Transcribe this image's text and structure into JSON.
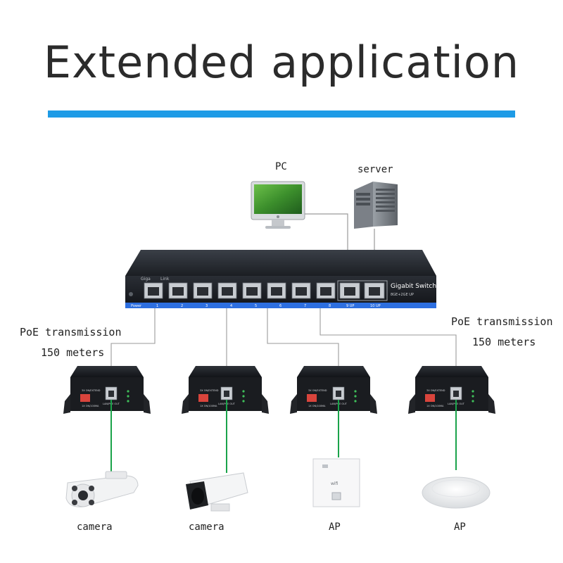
{
  "title": "Extended application",
  "colors": {
    "accent_bar": "#1e9be6",
    "fiber_line": "#1aa34a",
    "cable_line": "#888888"
  },
  "top_devices": {
    "pc_label": "PC",
    "server_label": "server"
  },
  "switch": {
    "brand_text": "Gigabit Switch",
    "sub_text": "8GE+2GE UP",
    "top_left_marks": [
      "Giga",
      "Link"
    ],
    "power_label": "Power",
    "port_numbers": [
      "1",
      "2",
      "3",
      "4",
      "5",
      "6",
      "7",
      "8"
    ],
    "uplink_labels": [
      "9 UP",
      "10 UP"
    ]
  },
  "poe_left": {
    "line1": "PoE transmission",
    "line2": "150 meters"
  },
  "poe_right": {
    "line1": "PoE transmission",
    "line2": "150 meters"
  },
  "extender_labels": {
    "dip_top": "3X ON/EXTEND",
    "dip_bottom": "1X ON/100MA",
    "port_label": "LAN/POE OUT"
  },
  "endpoints": [
    {
      "label": "camera",
      "icon": "bullet-camera-icon"
    },
    {
      "label": "camera",
      "icon": "box-camera-icon"
    },
    {
      "label": "AP",
      "icon": "wall-ap-icon",
      "wall_text": "wifi"
    },
    {
      "label": "AP",
      "icon": "ceiling-ap-icon"
    }
  ]
}
